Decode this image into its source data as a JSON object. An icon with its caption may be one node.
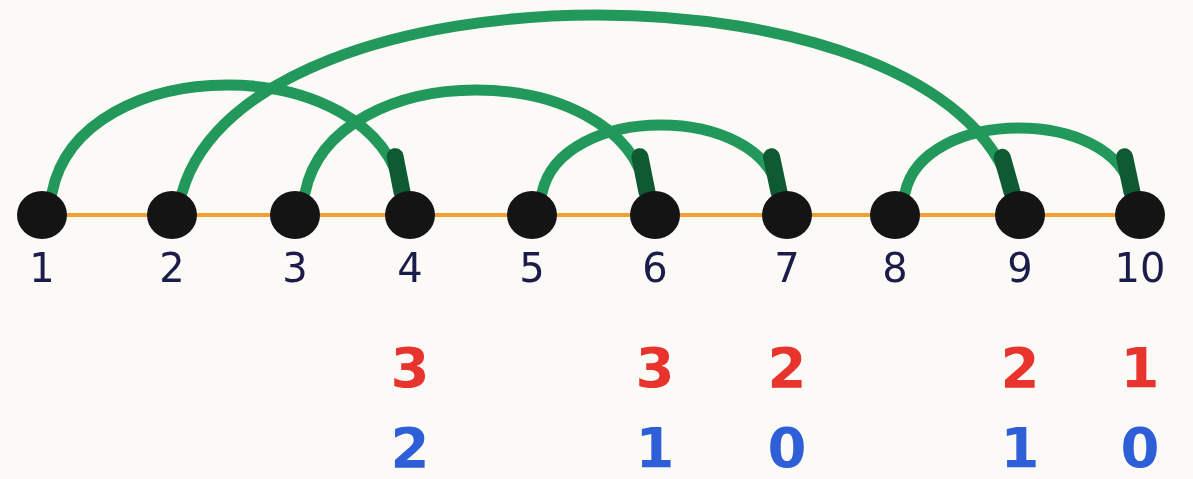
{
  "diagram": {
    "nodes": [
      {
        "text": [],
        "shape": "circle",
        "beside": [
          "1"
        ]
      },
      {
        "text": [],
        "shape": "circle",
        "beside": [
          "2"
        ]
      },
      {
        "text": [],
        "shape": "circle",
        "beside": [
          "3"
        ]
      },
      {
        "text": [],
        "shape": "circle",
        "beside": [
          "4"
        ]
      },
      {
        "text": [],
        "shape": "circle",
        "beside": [
          "5"
        ]
      },
      {
        "text": [],
        "shape": "circle",
        "beside": [
          "6"
        ]
      },
      {
        "text": [],
        "shape": "circle",
        "beside": [
          "7"
        ]
      },
      {
        "text": [],
        "shape": "circle",
        "beside": [
          "8"
        ]
      },
      {
        "text": [],
        "shape": "circle",
        "beside": [
          "9"
        ]
      },
      {
        "text": [],
        "shape": "circle",
        "beside": [
          "10"
        ]
      }
    ],
    "edges": [
      {
        "from": 0,
        "to": 1,
        "arrow": "none"
      },
      {
        "from": 1,
        "to": 2,
        "arrow": "none"
      },
      {
        "from": 2,
        "to": 3,
        "arrow": "none"
      },
      {
        "from": 3,
        "to": 4,
        "arrow": "none"
      },
      {
        "from": 4,
        "to": 5,
        "arrow": "none"
      },
      {
        "from": 5,
        "to": 6,
        "arrow": "none"
      },
      {
        "from": 6,
        "to": 7,
        "arrow": "none"
      },
      {
        "from": 7,
        "to": 8,
        "arrow": "none"
      },
      {
        "from": 8,
        "to": 9,
        "arrow": "none"
      },
      {
        "from": 0,
        "to": 3,
        "arrow": "other",
        "style": "thick",
        "color": "#22995a"
      },
      {
        "from": 1,
        "to": 8,
        "arrow": "other",
        "style": "thick",
        "color": "#22995a"
      },
      {
        "from": 2,
        "to": 5,
        "arrow": "other",
        "style": "thick",
        "color": "#22995a"
      },
      {
        "from": 4,
        "to": 6,
        "arrow": "other",
        "style": "thick",
        "color": "#22995a"
      },
      {
        "from": 7,
        "to": 9,
        "arrow": "other",
        "style": "thick",
        "color": "#22995a"
      }
    ],
    "labels": [
      "3",
      "3",
      "2",
      "2",
      "1",
      "2",
      "1",
      "0",
      "1",
      "0"
    ]
  }
}
